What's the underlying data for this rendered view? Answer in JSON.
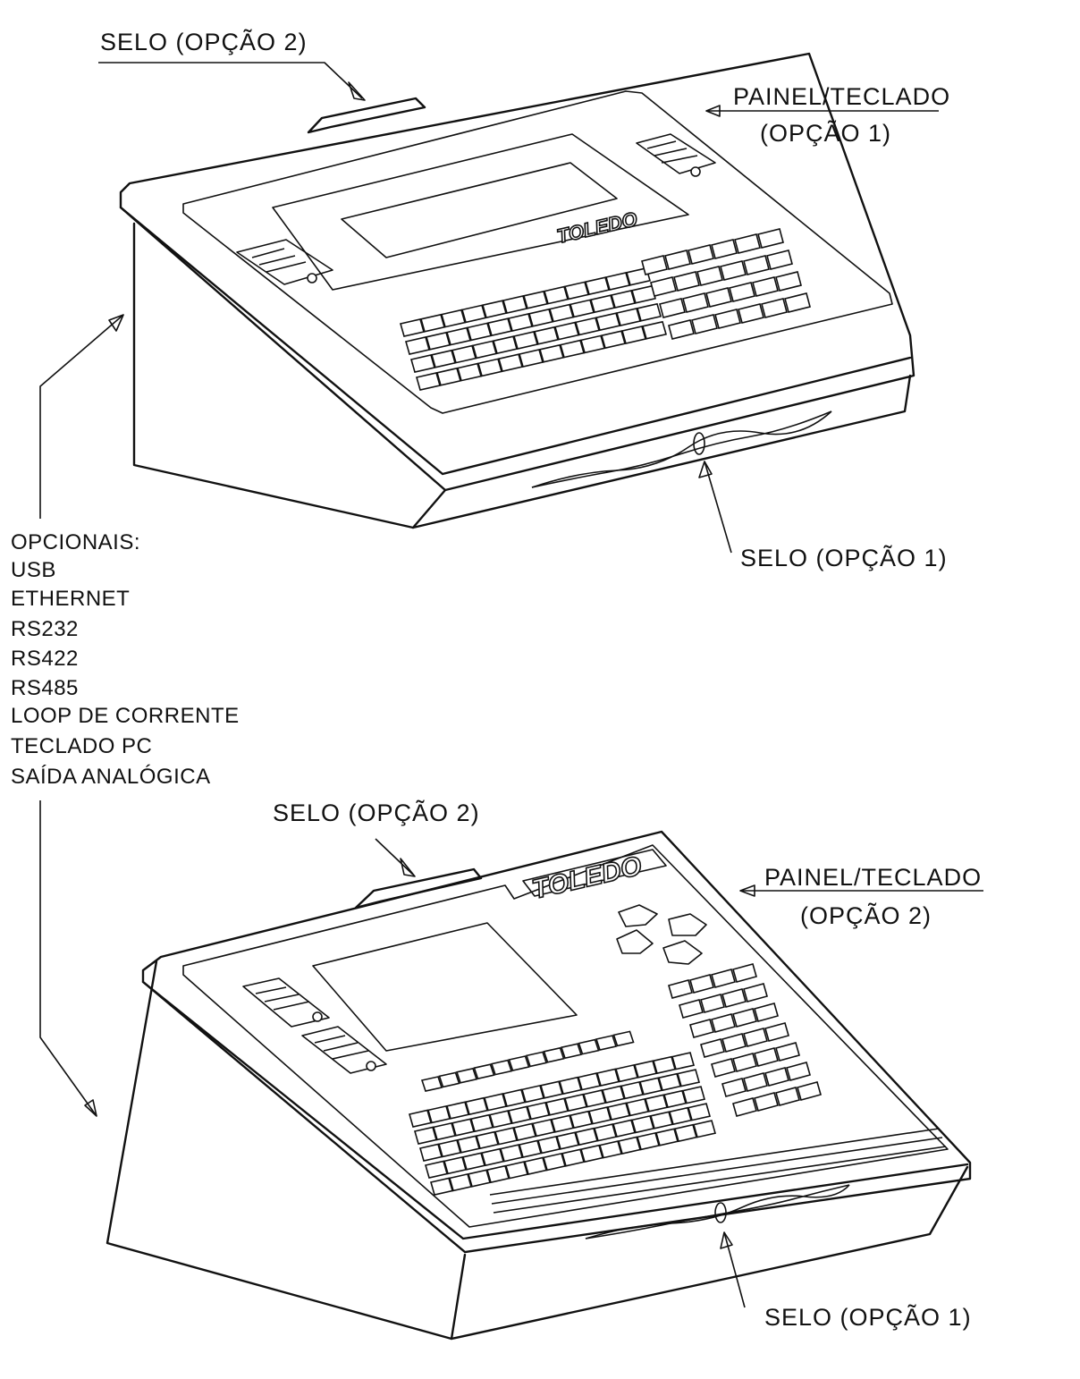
{
  "labels": {
    "selo_opcao2_top": "SELO (OPÇÃO 2)",
    "painel_teclado_top_line1": "PAINEL/TECLADO",
    "painel_teclado_top_line2": "(OPÇÃO 1)",
    "selo_opcao1_top": "SELO (OPÇÃO 1)",
    "selo_opcao2_bottom": "SELO (OPÇÃO 2)",
    "painel_teclado_bottom_line1": "PAINEL/TECLADO",
    "painel_teclado_bottom_line2": "(OPÇÃO 2)",
    "selo_opcao1_bottom": "SELO (OPÇÃO 1)"
  },
  "brand": {
    "top": "TOLEDO",
    "bottom": "TOLEDO"
  },
  "optionals": {
    "title": "OPCIONAIS:",
    "items": [
      "USB",
      "ETHERNET",
      "RS232",
      "RS422",
      "RS485",
      "LOOP DE CORRENTE",
      "TECLADO PC",
      "SAÍDA ANALÓGICA"
    ]
  }
}
